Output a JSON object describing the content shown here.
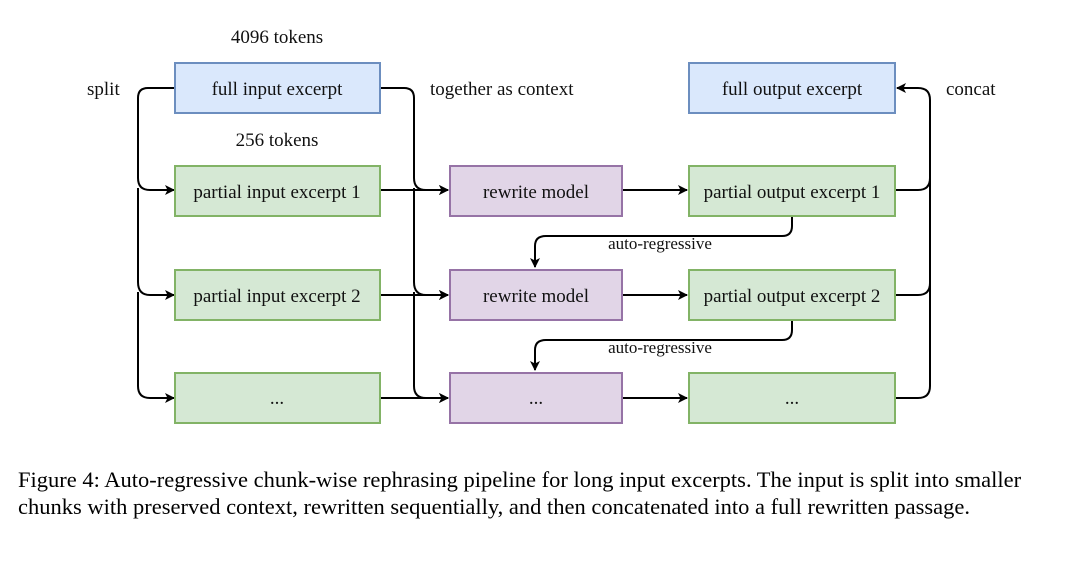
{
  "diagram": {
    "labels": {
      "tokens_full": "4096 tokens",
      "tokens_partial": "256 tokens",
      "split": "split",
      "together": "together as context",
      "concat": "concat",
      "autoregressive_1": "auto-regressive",
      "autoregressive_2": "auto-regressive"
    },
    "boxes": {
      "full_input": "full input excerpt",
      "full_output": "full output excerpt",
      "partial_input_1": "partial input excerpt 1",
      "partial_input_2": "partial input excerpt 2",
      "partial_input_more": "...",
      "rewrite_1": "rewrite model",
      "rewrite_2": "rewrite model",
      "rewrite_more": "...",
      "partial_output_1": "partial output excerpt 1",
      "partial_output_2": "partial output excerpt 2",
      "partial_output_more": "..."
    },
    "colors": {
      "blue_fill": "#dae8fc",
      "blue_stroke": "#6c8ebf",
      "green_fill": "#d5e8d4",
      "green_stroke": "#82b366",
      "purple_fill": "#e1d5e7",
      "purple_stroke": "#9673a6",
      "arrow": "#000000"
    }
  },
  "caption": "Figure 4: Auto-regressive chunk-wise rephrasing pipeline for long input excerpts. The input is split into smaller chunks with preserved context, rewritten sequentially, and then concatenated into a full rewritten passage."
}
